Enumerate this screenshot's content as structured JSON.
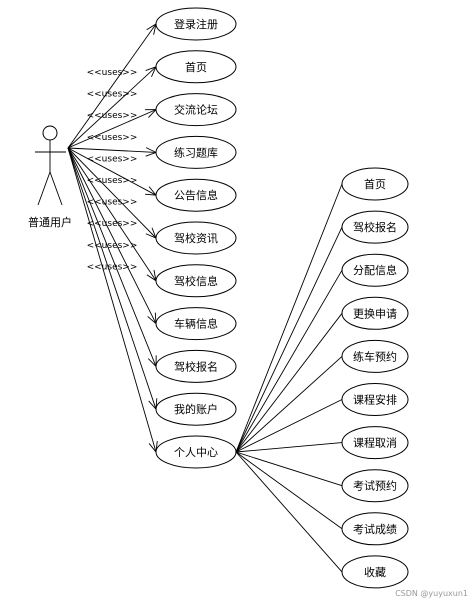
{
  "actor": {
    "label": "普通用户"
  },
  "primary_use_cases": [
    {
      "id": "login-register",
      "label": "登录注册"
    },
    {
      "id": "home",
      "label": "首页"
    },
    {
      "id": "forum",
      "label": "交流论坛"
    },
    {
      "id": "practice-questions",
      "label": "练习题库"
    },
    {
      "id": "announcements",
      "label": "公告信息"
    },
    {
      "id": "school-news",
      "label": "驾校资讯"
    },
    {
      "id": "school-info",
      "label": "驾校信息"
    },
    {
      "id": "vehicle-info",
      "label": "车辆信息"
    },
    {
      "id": "school-signup",
      "label": "驾校报名"
    },
    {
      "id": "my-account",
      "label": "我的账户"
    },
    {
      "id": "personal-center",
      "label": "个人中心"
    }
  ],
  "uses_stereotype": "<<uses>>",
  "personal_center_children": [
    {
      "id": "pc-home",
      "label": "首页"
    },
    {
      "id": "pc-school-signup",
      "label": "驾校报名"
    },
    {
      "id": "pc-assign-info",
      "label": "分配信息"
    },
    {
      "id": "pc-change-request",
      "label": "更换申请"
    },
    {
      "id": "pc-car-booking",
      "label": "练车预约"
    },
    {
      "id": "pc-course-schedule",
      "label": "课程安排"
    },
    {
      "id": "pc-course-cancel",
      "label": "课程取消"
    },
    {
      "id": "pc-exam-booking",
      "label": "考试预约"
    },
    {
      "id": "pc-exam-scores",
      "label": "考试成绩"
    },
    {
      "id": "pc-favorites",
      "label": "收藏"
    }
  ],
  "watermark": "CSDN @yuyuxun1"
}
